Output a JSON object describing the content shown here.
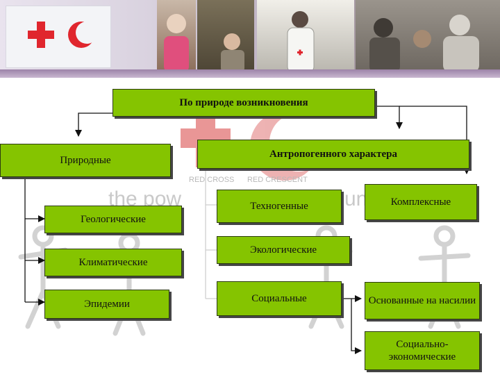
{
  "header": {
    "emblems": [
      "red-cross-icon",
      "red-crescent-icon"
    ]
  },
  "watermark": {
    "line1_left": "RED CROSS",
    "line1_right": "RED CRESCENT",
    "line2_left": "the pow",
    "line2_right": "uni"
  },
  "colors": {
    "box_fill": "#85c400",
    "box_border": "#2c3b10",
    "connector": "#111111",
    "header_band": "#9c83a8"
  },
  "diagram": {
    "root": "По природе возникновения",
    "natural": {
      "label": "Природные",
      "children": [
        "Геологические",
        "Климатические",
        "Эпидемии"
      ]
    },
    "anthropogenic": {
      "label": "Антропогенного характера",
      "children": [
        "Техногенные",
        "Экологические",
        "Социальные"
      ]
    },
    "complex": "Комплексные",
    "violence": "Основанные на насилии",
    "socio_economic": "Социально-экономические"
  }
}
